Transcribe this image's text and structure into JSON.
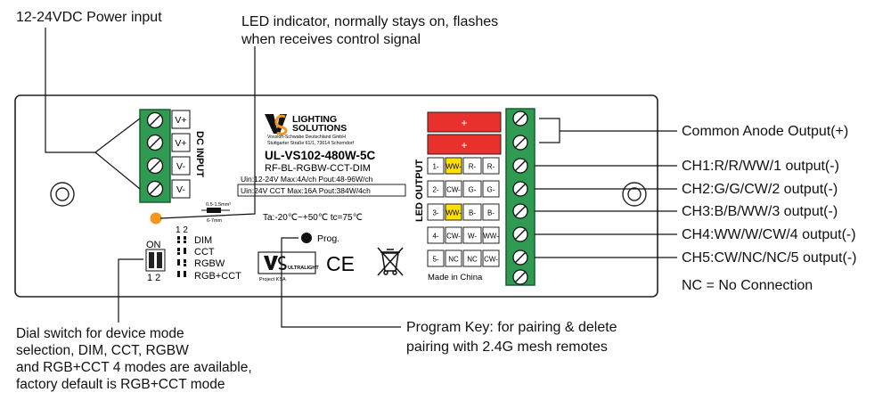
{
  "annotations": {
    "power_input": "12-24VDC Power input",
    "led_indicator_line1": "LED indicator, normally stays on, flashes",
    "led_indicator_line2": "when receives control signal",
    "common_anode": "Common Anode Output(+)",
    "ch1": "CH1:R/R/WW/1 output(-)",
    "ch2": "CH2:G/G/CW/2 output(-)",
    "ch3": "CH3:B/B/WW/3 output(-)",
    "ch4": "CH4:WW/W/CW/4 output(-)",
    "ch5": "CH5:CW/NC/NC/5 output(-)",
    "nc_note": "NC = No Connection",
    "dial_line1": "Dial switch for device mode",
    "dial_line2": "selection, DIM, CCT, RGBW",
    "dial_line3": "and RGB+CCT 4 modes are available,",
    "dial_line4": "factory default is RGB+CCT mode",
    "program_line1": "Program Key: for pairing & delete",
    "program_line2": "pairing with 2.4G mesh remotes"
  },
  "device": {
    "brand_line1": "LIGHTING",
    "brand_line2": "SOLUTIONS",
    "company": "Vossloh-Schwabe Deutschland GmbH",
    "address": "Stuttgarter Straße 61/1, 73614 Schorndorf",
    "model": "UL-VS102-480W-5C",
    "submodel": "RF-BL-RGBW-CCT-DIM",
    "spec_12v": "Uin:12-24V  Max:4A/ch  Pout:48-96W/ch",
    "spec_24v": "Uin:24V CCT  Max:16A  Pout:384W/4ch",
    "temperature": "Ta:-20℃~+50℃   tc=75℃",
    "prog_label": "Prog.",
    "ultralight_label": "ULTRALIGHT",
    "project_label": "Project KSA",
    "ce_mark": "CE",
    "made_in": "Made in China",
    "wire_spec1": "0.5-1.5mm²",
    "wire_spec2": "6-7mm",
    "dc_input_label": "DC INPUT",
    "led_output_label": "LED OUTPUT",
    "dc_terminals": [
      "V+",
      "V+",
      "V-",
      "V-"
    ],
    "plus_sign": "+",
    "output_table": [
      [
        "1-",
        "WW-",
        "R-",
        "R-"
      ],
      [
        "2-",
        "CW-",
        "G-",
        "G-"
      ],
      [
        "3-",
        "WW-",
        "B-",
        "B-"
      ],
      [
        "4-",
        "CW-",
        "W-",
        "WW-"
      ],
      [
        "5-",
        "NC",
        "NC",
        "CW-"
      ]
    ],
    "dip_header": "1 2",
    "dip_on_label": "ON",
    "dip_numbers": "1 2",
    "modes": [
      "DIM",
      "CCT",
      "RGBW",
      "RGB+CCT"
    ]
  },
  "colors": {
    "terminal_green": "#2e9a52",
    "anode_red": "#e8312d",
    "highlight_yellow": "#ffe000",
    "indicator_orange": "#f5961e"
  }
}
